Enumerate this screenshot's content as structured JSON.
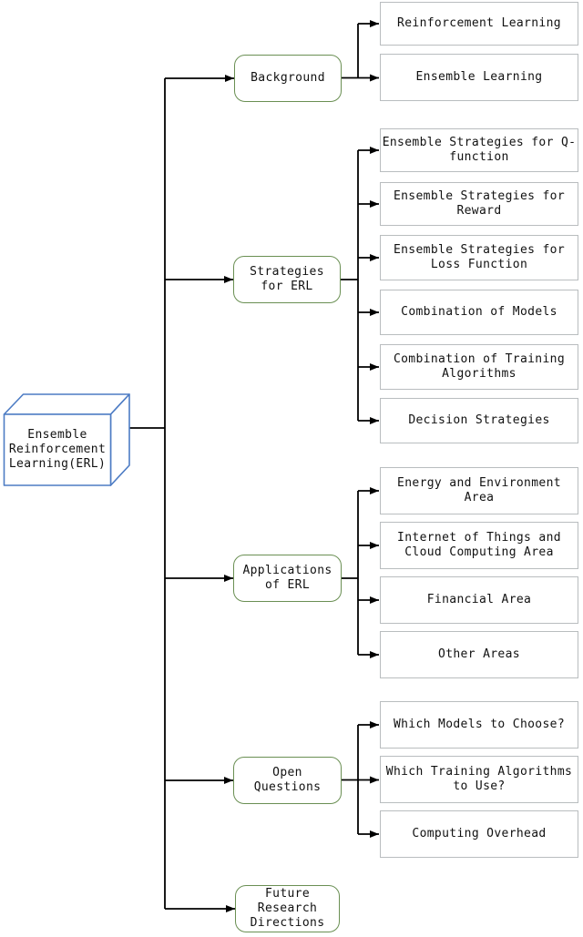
{
  "diagram": {
    "root": {
      "label": "Ensemble\nReinforcement\nLearning(ERL)"
    },
    "branches": [
      {
        "label": "Background",
        "children": [
          "Reinforcement Learning",
          "Ensemble Learning"
        ]
      },
      {
        "label": "Strategies\nfor ERL",
        "children": [
          "Ensemble Strategies for Q-\nfunction",
          "Ensemble Strategies for\nReward",
          "Ensemble Strategies for\nLoss Function",
          "Combination of Models",
          "Combination of Training\nAlgorithms",
          "Decision Strategies"
        ]
      },
      {
        "label": "Applications\nof ERL",
        "children": [
          "Energy and Environment\nArea",
          "Internet of Things and\nCloud Computing Area",
          "Financial Area",
          "Other Areas"
        ]
      },
      {
        "label": "Open\nQuestions",
        "children": [
          "Which Models to Choose?",
          "Which Training Algorithms\nto Use?",
          "Computing Overhead"
        ]
      },
      {
        "label": "Future\nResearch\nDirections",
        "children": []
      }
    ],
    "colors": {
      "root_border": "#4d7cc4",
      "branch_border": "#6a8f53",
      "leaf_border": "#b9bdbf",
      "connector_line": "#000000",
      "text": "#111111",
      "background": "#ffffff"
    }
  }
}
